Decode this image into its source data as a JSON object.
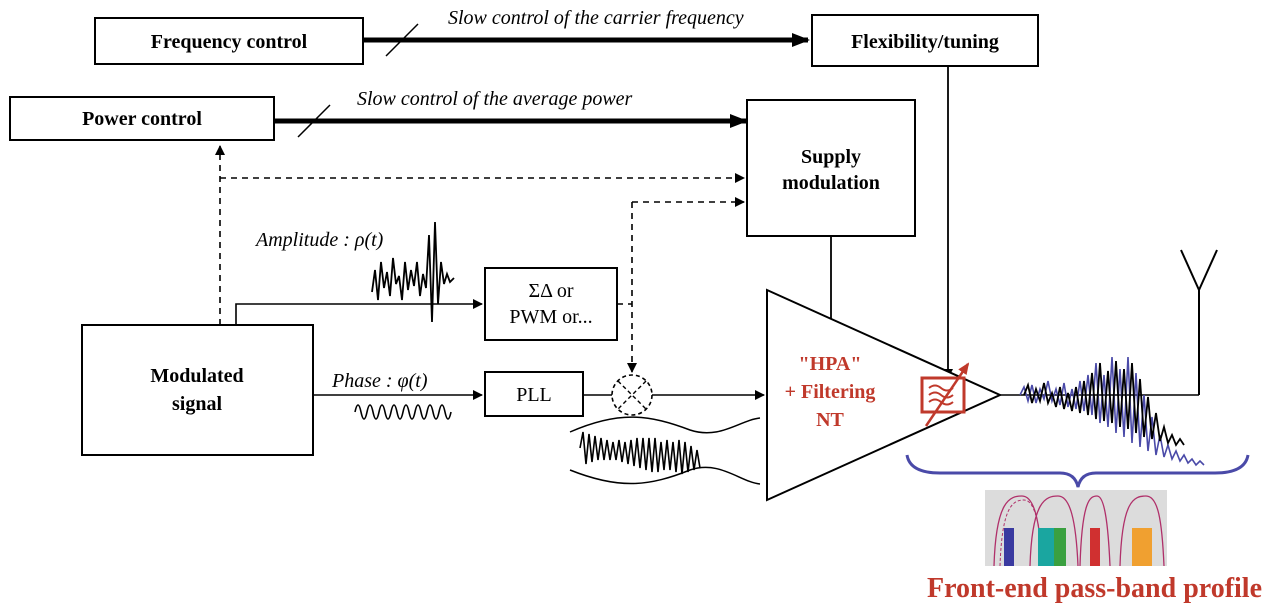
{
  "blocks": {
    "frequency_control": "Frequency control",
    "flexibility_tuning": "Flexibility/tuning",
    "power_control": "Power control",
    "supply_modulation_line1": "Supply",
    "supply_modulation_line2": "modulation",
    "modulated_signal_line1": "Modulated",
    "modulated_signal_line2": "signal",
    "sigma_delta_line1": "ΣΔ or",
    "sigma_delta_line2": "PWM or...",
    "pll": "PLL"
  },
  "annotations": {
    "carrier_frequency": "Slow control of the carrier frequency",
    "average_power": "Slow control of the average power",
    "amplitude": "Amplitude : ρ(t)",
    "phase": "Phase : φ(t)"
  },
  "amplifier": {
    "line1": "\"HPA\"",
    "line2": "+ Filtering",
    "line3": "NT"
  },
  "footer": {
    "caption": "Front-end pass-band profile"
  },
  "colors": {
    "accent_red": "#c0392b",
    "waveform_blue": "#4a4aa8",
    "brace_blue": "#4a4aa8",
    "band_blue": "#3a3aa0",
    "band_teal": "#1aa6a0",
    "band_green": "#3aa040",
    "band_red": "#d03030",
    "band_orange": "#f0a030"
  }
}
